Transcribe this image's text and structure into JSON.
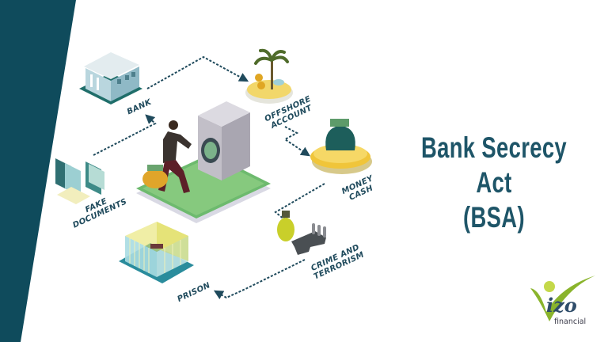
{
  "title": {
    "line1": "Bank Secrecy Act",
    "line2": "(BSA)"
  },
  "diagram": {
    "labels": {
      "bank": "BANK",
      "offshore": "OFFSHORE\nACCOUNT",
      "money": "MONEY\nCASH",
      "crime": "CRIME AND\nTERRORISM",
      "prison": "PRISON",
      "documents": "FAKE\nDOCUMENTS"
    },
    "center": "money-laundering-machine",
    "icons": [
      "bank-building-icon",
      "offshore-island-icon",
      "money-bag-icon",
      "grenade-gun-icon",
      "prison-cell-icon",
      "fake-documents-icon"
    ]
  },
  "logo": {
    "word": "izo",
    "sub": "financial"
  },
  "colors": {
    "band": "#0f4b5c",
    "title": "#1e5568",
    "label": "#1f4a5c",
    "logo_green": "#8ab42c"
  }
}
